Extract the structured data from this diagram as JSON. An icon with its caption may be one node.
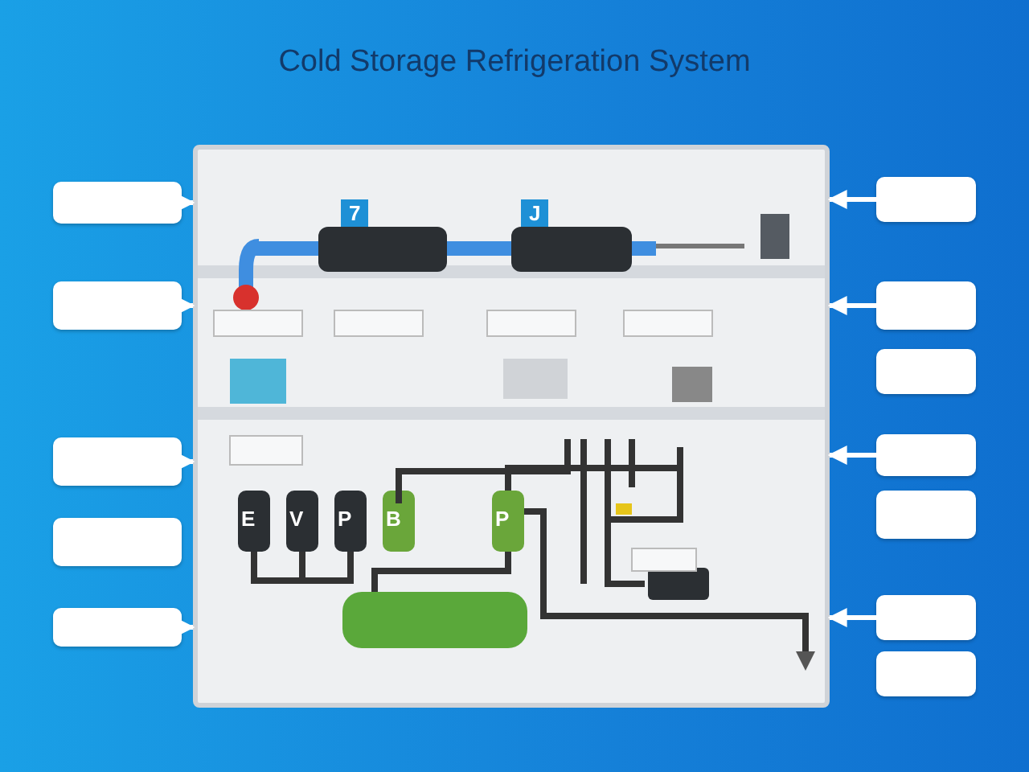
{
  "diagram": {
    "title": "Cold Storage Refrigeration System",
    "nodes": [
      {
        "text": [],
        "shape": "box"
      },
      {
        "text": [],
        "shape": "box"
      },
      {
        "text": [],
        "shape": "box"
      },
      {
        "text": [],
        "shape": "box"
      },
      {
        "text": [],
        "shape": "box"
      },
      {
        "text": [],
        "shape": "box"
      },
      {
        "text": [],
        "shape": "box"
      },
      {
        "text": [],
        "shape": "box"
      },
      {
        "text": [],
        "shape": "box"
      },
      {
        "text": [],
        "shape": "box"
      },
      {
        "text": [],
        "shape": "box"
      },
      {
        "text": [],
        "shape": "box"
      },
      {
        "text": [],
        "shape": "box"
      }
    ],
    "edges": [
      {
        "from": 1,
        "to": 0,
        "arrow": "to"
      },
      {
        "from": 2,
        "to": 0,
        "arrow": "to"
      },
      {
        "from": 3,
        "to": 0,
        "arrow": "to"
      },
      {
        "from": 5,
        "to": 0,
        "arrow": "to"
      },
      {
        "from": 6,
        "to": 0,
        "arrow": "to"
      },
      {
        "from": 7,
        "to": 0,
        "arrow": "to"
      },
      {
        "from": 9,
        "to": 0,
        "arrow": "to"
      },
      {
        "from": 11,
        "to": 0,
        "arrow": "to"
      }
    ],
    "labels": [
      "7",
      "J",
      "E",
      "V",
      "P",
      "B",
      "P"
    ]
  }
}
